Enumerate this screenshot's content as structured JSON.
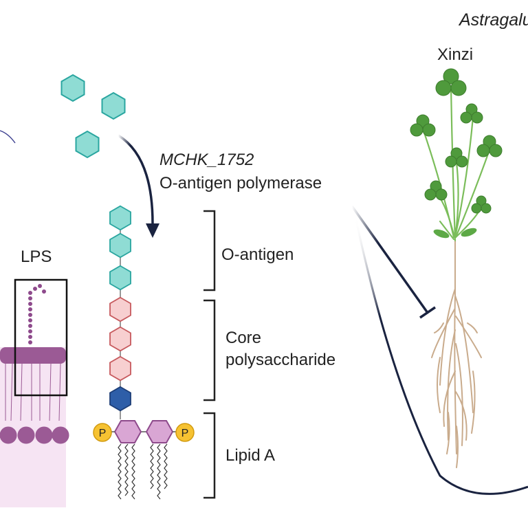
{
  "species_label": "Astragalus",
  "cultivar_label": "Xinzi",
  "gene_label": "MCHK_1752",
  "enzyme_label": "O-antigen polymerase",
  "lps_label": "LPS",
  "structure_labels": {
    "o_antigen": "O-antigen",
    "core_line1": "Core",
    "core_line2": "polysaccharide",
    "lipid_a": "Lipid A"
  },
  "phosphate_label": "P",
  "colors": {
    "o_antigen_fill": "#8fdcd4",
    "o_antigen_stroke": "#2aa6a0",
    "core_fill": "#f7cfd0",
    "core_stroke": "#c75a5e",
    "kdo_fill": "#2e5ea8",
    "lipid_fill": "#d9a6d4",
    "lipid_stroke": "#8e4a8c",
    "phosphate_fill": "#f6c232",
    "membrane_fill": "#f6e4f3",
    "membrane_head": "#9b5a95",
    "leaf": "#4f9a3c",
    "stem": "#7bbd5a",
    "root": "#c9ab8c",
    "arrow_dark": "#1a2340"
  }
}
